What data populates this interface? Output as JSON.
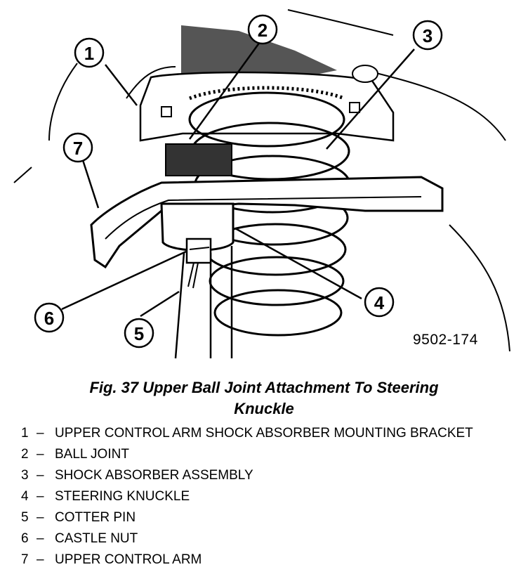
{
  "callouts": [
    "1",
    "2",
    "3",
    "4",
    "5",
    "6",
    "7"
  ],
  "figure_code": "9502-174",
  "caption_line1": "Fig. 37 Upper Ball Joint Attachment To Steering",
  "caption_line2": "Knuckle",
  "legend": [
    {
      "num": "1",
      "dash": "–",
      "text": "UPPER CONTROL ARM SHOCK ABSORBER MOUNTING BRACKET"
    },
    {
      "num": "2",
      "dash": "–",
      "text": "BALL JOINT"
    },
    {
      "num": "3",
      "dash": "–",
      "text": "SHOCK ABSORBER ASSEMBLY"
    },
    {
      "num": "4",
      "dash": "–",
      "text": "STEERING KNUCKLE"
    },
    {
      "num": "5",
      "dash": "–",
      "text": "COTTER PIN"
    },
    {
      "num": "6",
      "dash": "–",
      "text": "CASTLE NUT"
    },
    {
      "num": "7",
      "dash": "–",
      "text": "UPPER CONTROL ARM"
    }
  ]
}
